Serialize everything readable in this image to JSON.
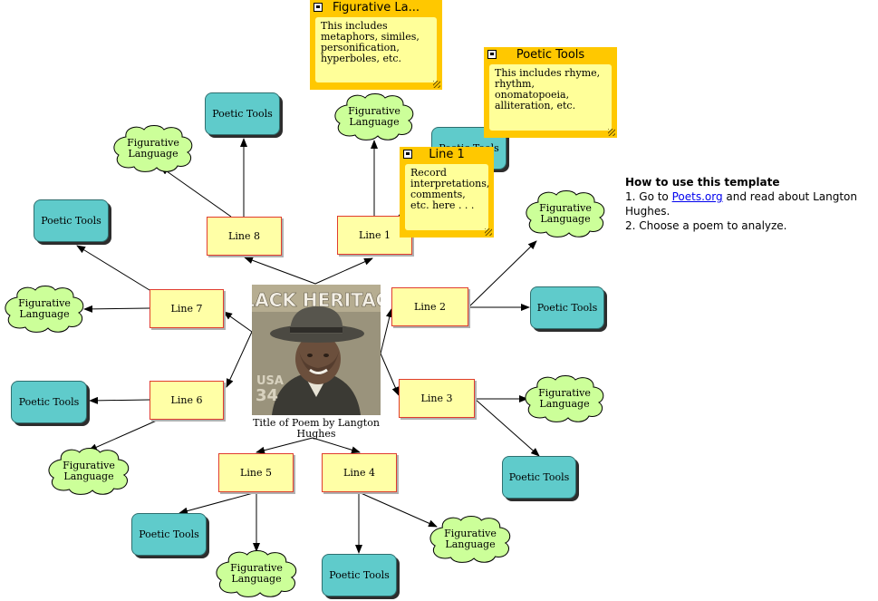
{
  "center": {
    "caption": "Title of Poem by Langton Hughes",
    "stamp_text": "BLACK HERITAGE",
    "stamp_country": "USA",
    "stamp_value": "34"
  },
  "lines": {
    "l1": "Line 1",
    "l2": "Line 2",
    "l3": "Line 3",
    "l4": "Line 4",
    "l5": "Line 5",
    "l6": "Line 6",
    "l7": "Line 7",
    "l8": "Line 8"
  },
  "poetic_tools_label": "Poetic Tools",
  "figurative_language_label": "Figurative Language",
  "notes": {
    "figurative": {
      "title": "Figurative La...",
      "body": "This includes metaphors, similes, personification, hyperboles, etc."
    },
    "poetic": {
      "title": "Poetic Tools",
      "body": "This includes rhyme, rhythm, onomatopoeia, alliteration, etc."
    },
    "line1": {
      "title": "Line 1",
      "body": "Record interpretations, comments, etc. here . . ."
    }
  },
  "howto": {
    "title": "How to use this template",
    "step1_prefix": "1. Go to ",
    "step1_link": "Poets.org",
    "step1_suffix": " and read about Langton Hughes.",
    "step2": "2. Choose a poem to analyze."
  },
  "colors": {
    "line_fill": "#ffffa6",
    "line_border": "#e03c2e",
    "tool_fill": "#5fcbcb",
    "cloud_fill": "#ccff99",
    "note_frame": "#ffc800",
    "note_body": "#ffff99",
    "link": "#0000ee"
  }
}
